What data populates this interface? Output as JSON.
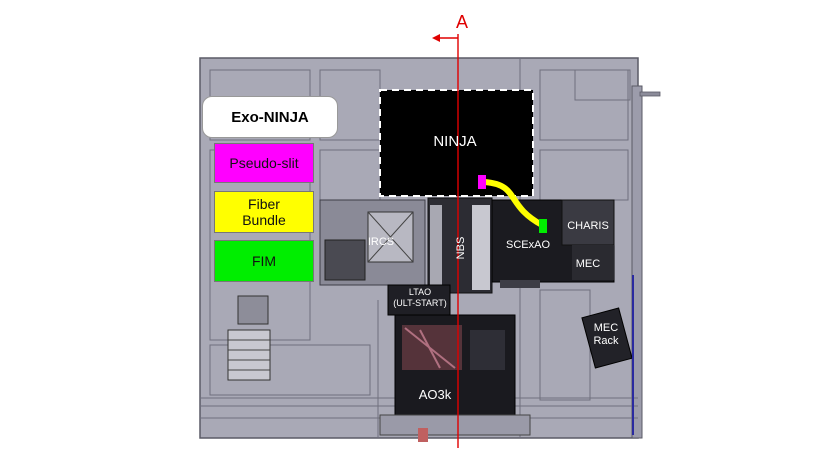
{
  "section_marker": "A",
  "title": "Exo-NINJA",
  "legend": [
    {
      "label": "Pseudo-slit",
      "color": "#ff00ff"
    },
    {
      "label": "Fiber\nBundle",
      "color": "#ffff00"
    },
    {
      "label": "FIM",
      "color": "#00ee00"
    }
  ],
  "labels": {
    "ninja": "NINJA",
    "ircs": "IRCS",
    "nbs": "NBS",
    "scexao": "SCExAO",
    "charis": "CHARIS",
    "mec": "MEC",
    "ltao_line1": "LTAO",
    "ltao_line2": "(ULT-START)",
    "mec_rack_line1": "MEC",
    "mec_rack_line2": "Rack",
    "ao3k": "AO3k"
  },
  "colors": {
    "floor": "#a7a7b4",
    "accent_red": "#e00000",
    "pseudo_slit": "#ff00ff",
    "fiber": "#ffff00",
    "fim": "#00ee00"
  }
}
